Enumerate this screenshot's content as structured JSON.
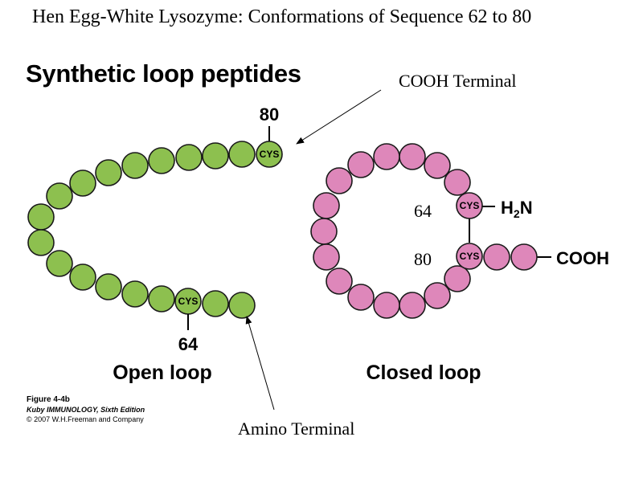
{
  "title": "Hen Egg-White Lysozyme: Conformations of Sequence 62 to 80",
  "heading": "Synthetic loop peptides",
  "callouts": {
    "cooh_terminal": "COOH Terminal",
    "amino_terminal": "Amino Terminal"
  },
  "open_loop": {
    "label": "Open loop",
    "residue_top": "80",
    "residue_bottom": "64",
    "cys_label": "CYS",
    "bead_color": "#8dc04f"
  },
  "closed_loop": {
    "label": "Closed loop",
    "residue_upper": "64",
    "residue_lower": "80",
    "cys_label": "CYS",
    "n_term_main": "H",
    "n_term_sub": "2",
    "n_term_end": "N",
    "c_term": "COOH",
    "bead_color": "#de87ba"
  },
  "caption": {
    "figure": "Figure 4-4b",
    "book": "Kuby IMMUNOLOGY, Sixth Edition",
    "copyright": "© 2007 W.H.Freeman and Company"
  }
}
